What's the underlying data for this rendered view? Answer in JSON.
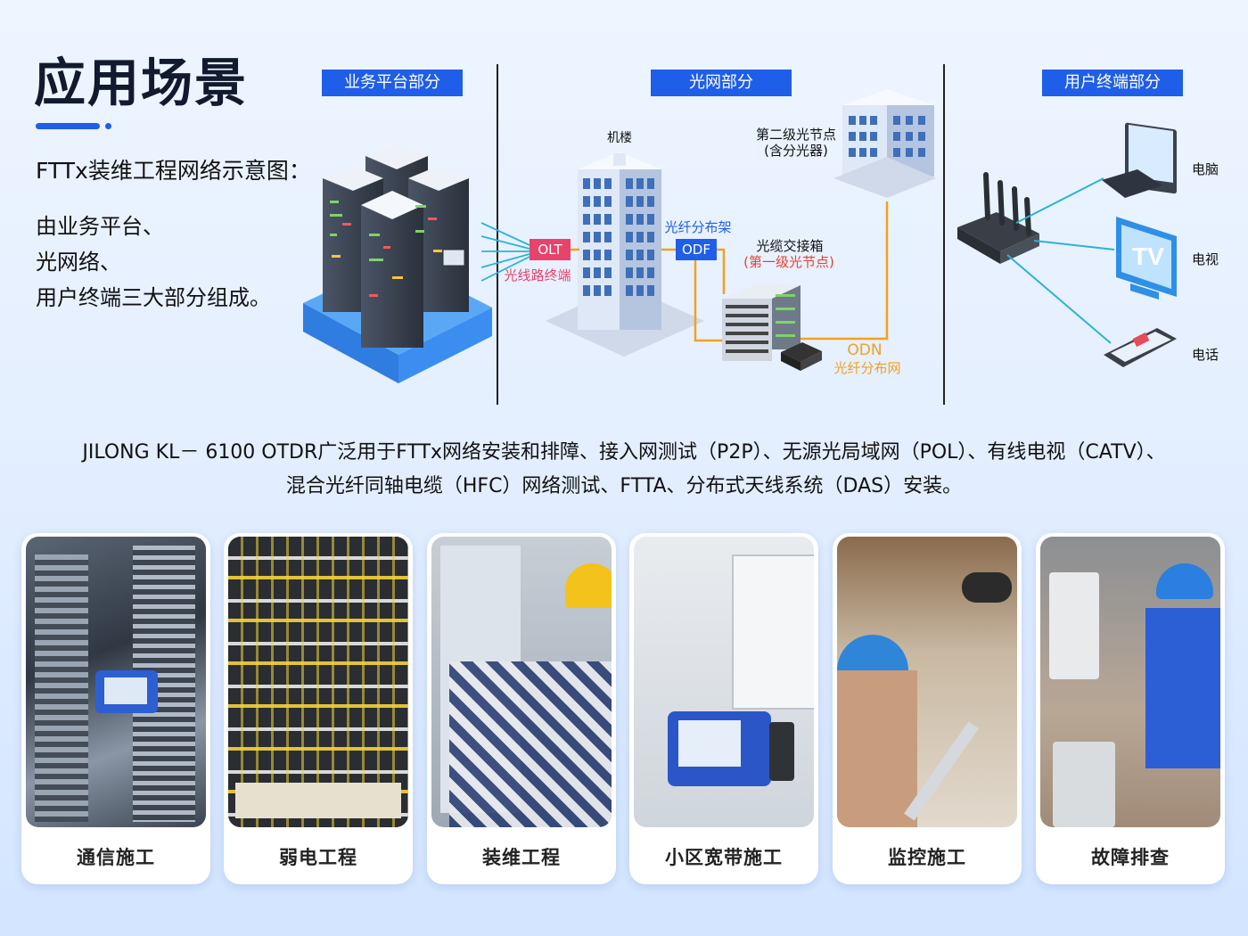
{
  "header": {
    "title": "应用场景",
    "subtitle": "FTTx装维工程网络示意图：",
    "intro_lines": [
      "由业务平台、",
      "光网络、",
      "用户终端三大部分组成。"
    ]
  },
  "sections": {
    "business": "业务平台部分",
    "optical": "光网部分",
    "user": "用户终端部分"
  },
  "diagram": {
    "building_label": "机楼",
    "olt_tag": "OLT",
    "olt_caption": "光线路终端",
    "odf_tag": "ODF",
    "odf_caption": "光纤分布架",
    "node2_line1": "第二级光节点",
    "node2_line2": "(含分光器)",
    "cabinet_line1": "光缆交接箱",
    "cabinet_line2": "(第一级光节点)",
    "odn_line1": "ODN",
    "odn_line2": "光纤分布网",
    "devices": {
      "computer": "电脑",
      "tv": "电视",
      "phone": "电话",
      "tv_screen": "TV"
    }
  },
  "description": {
    "line1": "JILONG KL－ 6100 OTDR广泛用于FTTx网络安装和排障、接入网测试（P2P）、无源光局域网（POL）、有线电视（CATV）、",
    "line2": "混合光纤同轴电缆（HFC）网络测试、FTTA、分布式天线系统（DAS）安装。"
  },
  "cards": [
    {
      "label": "通信施工"
    },
    {
      "label": "弱电工程"
    },
    {
      "label": "装维工程"
    },
    {
      "label": "小区宽带施工"
    },
    {
      "label": "监控施工"
    },
    {
      "label": "故障排查"
    }
  ],
  "colors": {
    "accent_blue": "#1f5ee8",
    "olt_pink": "#e8436b",
    "fiber_orange": "#f2a11d",
    "link_cyan": "#2ab3d6"
  }
}
